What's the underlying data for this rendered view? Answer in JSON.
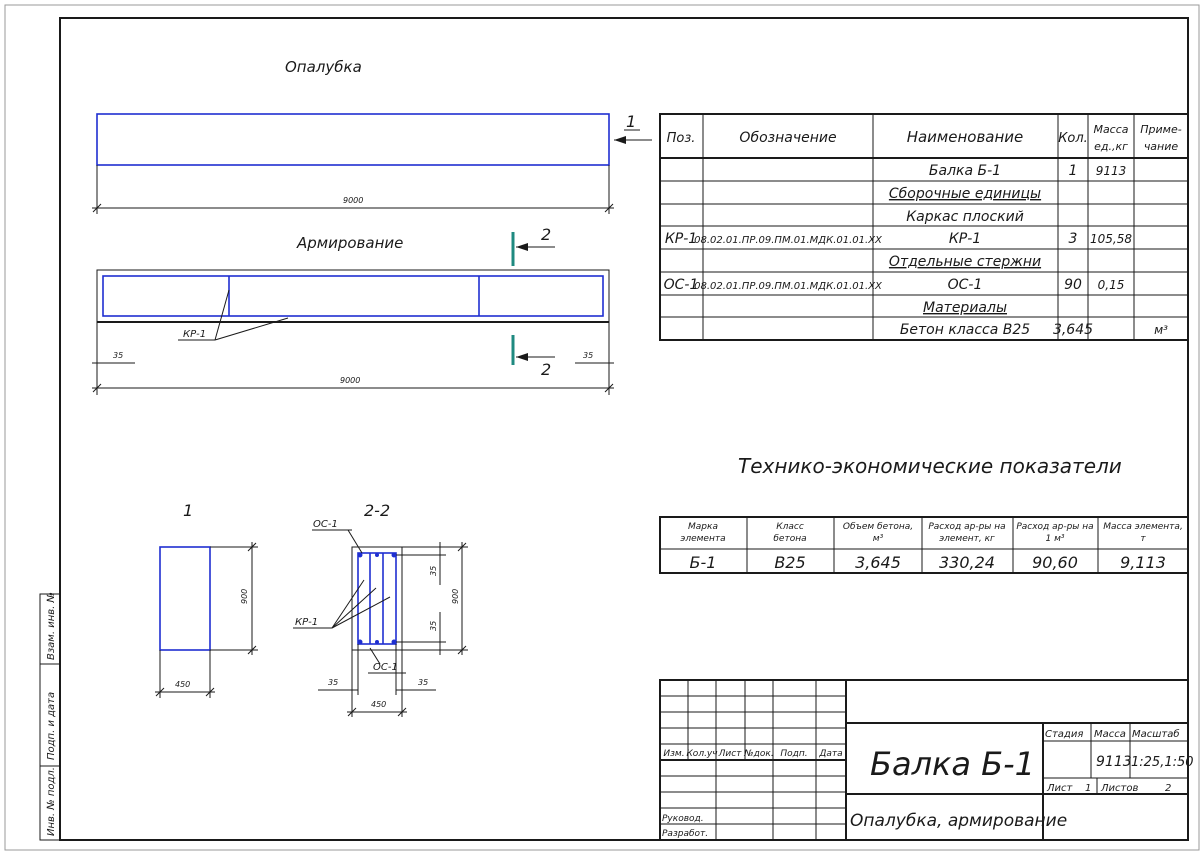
{
  "views": {
    "formwork_title": "Опалубка",
    "reinforcement_title": "Армирование",
    "formwork_length": "9000",
    "reinf_length": "9000",
    "reinf_offset_left": "35",
    "reinf_offset_right": "35",
    "callout_1": "1",
    "callout_2_top": "2",
    "callout_2_bottom": "2",
    "kr1_label": "КР-1"
  },
  "sections": {
    "section1_title": "1",
    "section1_width": "450",
    "section1_height": "900",
    "section2_title": "2-2",
    "os1_label_top": "ОС-1",
    "os1_label_bottom": "ОС-1",
    "kr1_label": "КР-1",
    "section2_height": "900",
    "section2_dim_top": "35",
    "section2_dim_bottom": "35",
    "section2_cover_left": "35",
    "section2_cover_right": "35",
    "section2_width": "450"
  },
  "spec": {
    "headers": [
      "Поз.",
      "Обозначение",
      "Наименование",
      "Кол.",
      "Масса ед.,кг",
      "Приме- чание"
    ],
    "rows": [
      [
        "",
        "",
        "Балка Б-1",
        "1",
        "9113",
        ""
      ],
      [
        "",
        "",
        "Сборочные единицы",
        "",
        "",
        ""
      ],
      [
        "",
        "",
        "Каркас плоский",
        "",
        "",
        ""
      ],
      [
        "КР-1",
        "08.02.01.ПР.09.ПМ.01.МДК.01.01.ХХ",
        "КР-1",
        "3",
        "105,58",
        ""
      ],
      [
        "",
        "",
        "Отдельные стержни",
        "",
        "",
        ""
      ],
      [
        "ОС-1",
        "08.02.01.ПР.09.ПМ.01.МДК.01.01.ХХ",
        "ОС-1",
        "90",
        "0,15",
        ""
      ],
      [
        "",
        "",
        "Материалы",
        "",
        "",
        ""
      ],
      [
        "",
        "",
        "Бетон класса В25",
        "3,645",
        "",
        "м³"
      ]
    ]
  },
  "tep": {
    "title": "Технико-экономические показатели",
    "headers": [
      "Марка элемента",
      "Класс бетона",
      "Объем бетона, м³",
      "Расход ар-ры на элемент, кг",
      "Расход ар-ры на 1 м³",
      "Масса элемента, т"
    ],
    "values": [
      "Б-1",
      "В25",
      "3,645",
      "330,24",
      "90,60",
      "9,113"
    ]
  },
  "title_block": {
    "col_headers": [
      "Изм.",
      "Кол.уч",
      "Лист",
      "№док.",
      "Подп.",
      "Дата"
    ],
    "role_developer": "Разработ.",
    "role_lead": "Руковод.",
    "drawing_title": "Балка Б-1",
    "sheet_subtitle": "Опалубка, армирование",
    "stage_label": "Стадия",
    "mass_label": "Масса",
    "scale_label": "Масштаб",
    "mass_value": "9113",
    "scale_value": "1:25,1:50",
    "sheet_label": "Лист",
    "sheet_value": "1",
    "sheets_label": "Листов",
    "sheets_value": "2"
  },
  "side_stamp": [
    "Инв. № подл.",
    "Подп. и дата",
    "Взам. инв. №"
  ]
}
